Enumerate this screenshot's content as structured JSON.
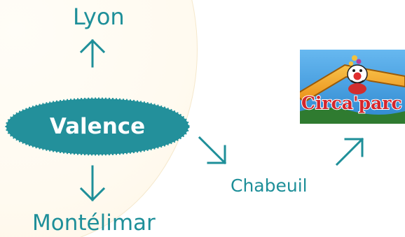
{
  "diagram": {
    "center": "Valence",
    "north": "Lyon",
    "south": "Montélimar",
    "southeast": "Chabeuil",
    "destination_logo_text": "Circa'parc"
  },
  "colors": {
    "accent": "#1e8f99",
    "node_fill": "#23909b",
    "node_text": "#ffffff",
    "logo_sky": "#3f9fe0",
    "logo_sign": "#f1a329",
    "logo_text": "#d4262c"
  },
  "icons": {
    "arrow_up": "arrow-up-icon",
    "arrow_down": "arrow-down-icon",
    "arrow_down_right": "arrow-down-right-icon",
    "arrow_up_right": "arrow-up-right-icon"
  }
}
